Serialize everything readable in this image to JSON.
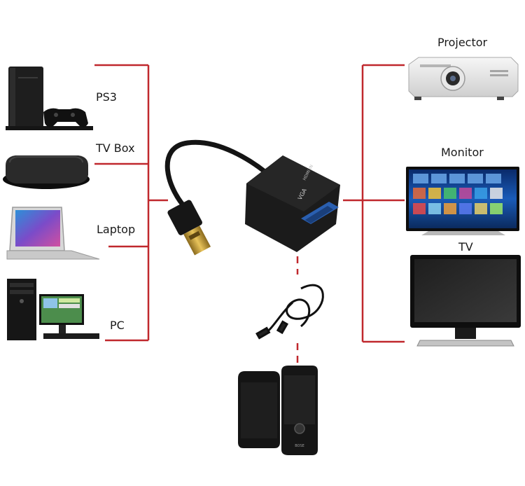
{
  "sources": {
    "ps3": "PS3",
    "tv_box": "TV Box",
    "laptop": "Laptop",
    "pc": "PC"
  },
  "outputs": {
    "projector": "Projector",
    "monitor": "Monitor",
    "tv": "TV"
  },
  "adapter": {
    "label_top": "HDMI IN",
    "label_port": "VGA"
  },
  "speakers": {
    "brand": "BOSE"
  },
  "colors": {
    "connector_lines": "#c0282d",
    "device_dark": "#1c1c1c",
    "background": "#ffffff"
  }
}
